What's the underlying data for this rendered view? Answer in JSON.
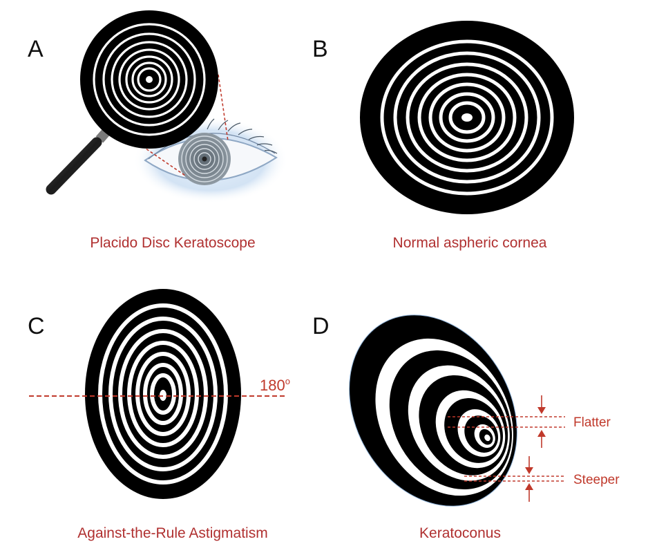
{
  "panels": {
    "a": {
      "letter": "A",
      "caption": "Placido Disc Keratoscope"
    },
    "b": {
      "letter": "B",
      "caption": "Normal aspheric cornea"
    },
    "c": {
      "letter": "C",
      "caption": "Against-the-Rule Astigmatism",
      "axis_label": "180",
      "axis_label_sup": "o"
    },
    "d": {
      "letter": "D",
      "caption": "Keratoconus",
      "flatter_label": "Flatter",
      "steeper_label": "Steeper"
    }
  },
  "colors": {
    "ink": "#000000",
    "ring_white": "#ffffff",
    "accent_red": "#c0392b",
    "caption_red": "#b03030",
    "eye_glow": "#cfe0f2",
    "handle": "#2b2b2b"
  }
}
